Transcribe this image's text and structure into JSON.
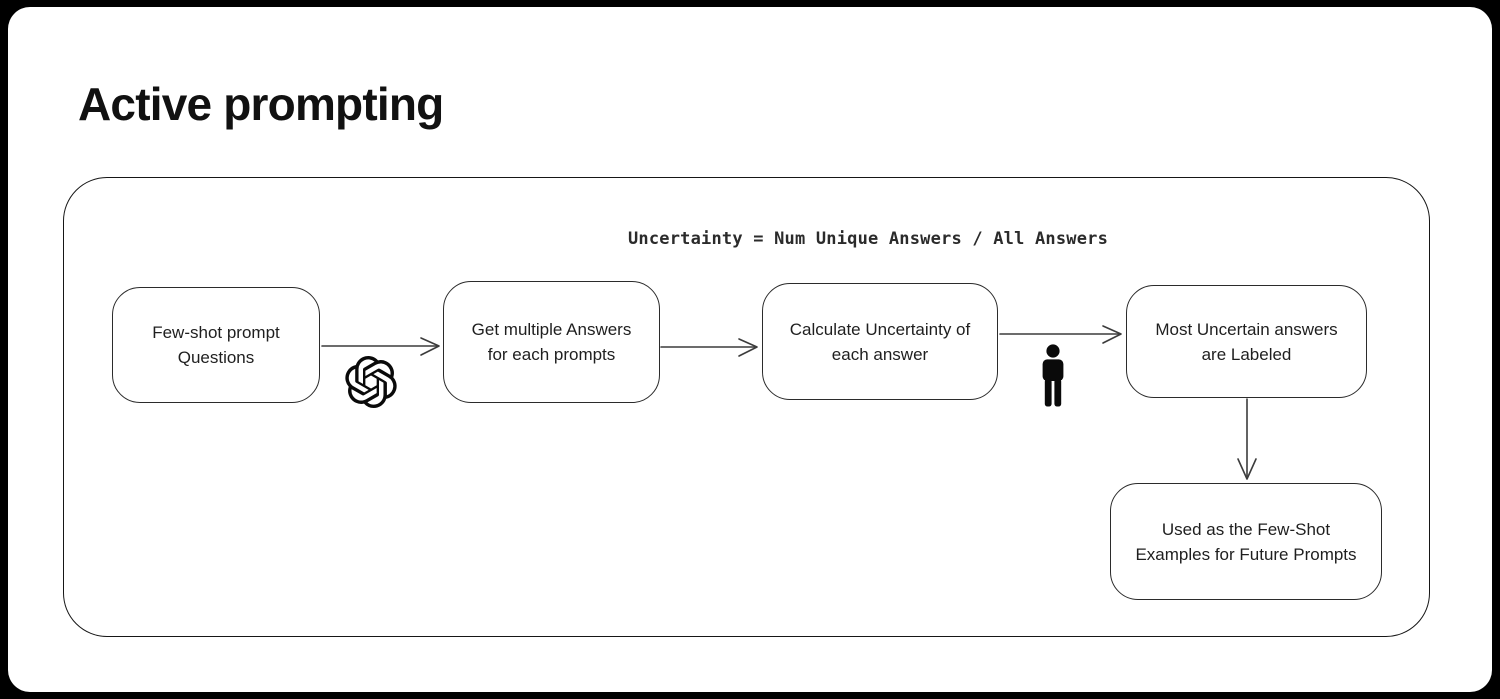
{
  "page": {
    "title": "Active prompting"
  },
  "diagram": {
    "formula": "Uncertainty = Num Unique Answers / All Answers",
    "nodes": [
      {
        "id": "few-shot-prompt-questions",
        "lines": [
          "Few-shot prompt",
          "Questions"
        ]
      },
      {
        "id": "get-multiple-answers",
        "lines": [
          "Get multiple Answers",
          "for each prompts"
        ]
      },
      {
        "id": "calculate-uncertainty",
        "lines": [
          "Calculate Uncertainty of",
          "each answer"
        ]
      },
      {
        "id": "most-uncertain-labeled",
        "lines": [
          "Most Uncertain answers",
          "are Labeled"
        ]
      },
      {
        "id": "used-as-few-shot-examples",
        "lines": [
          "Used as the Few-Shot",
          "Examples for Future Prompts"
        ]
      }
    ],
    "icons": [
      {
        "name": "openai-logo"
      },
      {
        "name": "human-figure-icon"
      }
    ],
    "colors": {
      "frame_background": "#000000",
      "surface": "#ffffff",
      "stroke": "#2b2b2b",
      "arrow": "#3c3c3c",
      "text": "#1f1f1f"
    }
  }
}
